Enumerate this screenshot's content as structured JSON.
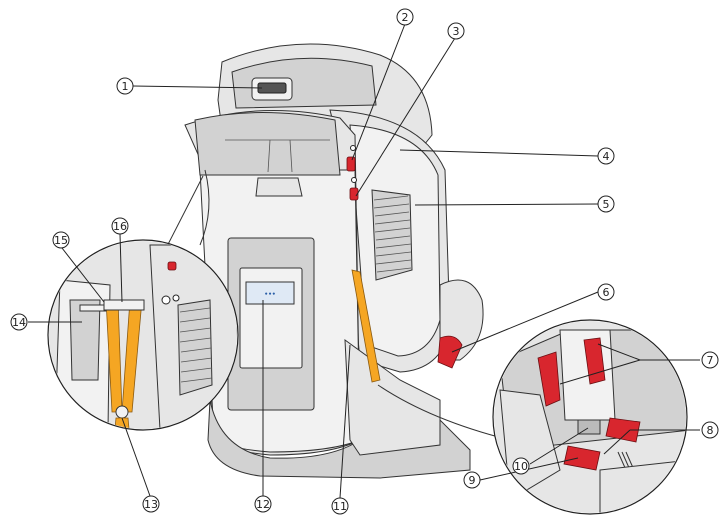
{
  "diagram": {
    "callouts": [
      {
        "id": "callout-1",
        "label": "1"
      },
      {
        "id": "callout-2",
        "label": "2"
      },
      {
        "id": "callout-3",
        "label": "3"
      },
      {
        "id": "callout-4",
        "label": "4"
      },
      {
        "id": "callout-5",
        "label": "5"
      },
      {
        "id": "callout-6",
        "label": "6"
      },
      {
        "id": "callout-7",
        "label": "7"
      },
      {
        "id": "callout-8",
        "label": "8"
      },
      {
        "id": "callout-9",
        "label": "9"
      },
      {
        "id": "callout-10",
        "label": "10"
      },
      {
        "id": "callout-11",
        "label": "11"
      },
      {
        "id": "callout-12",
        "label": "12"
      },
      {
        "id": "callout-13",
        "label": "13"
      },
      {
        "id": "callout-14",
        "label": "14"
      },
      {
        "id": "callout-15",
        "label": "15"
      },
      {
        "id": "callout-16",
        "label": "16"
      }
    ],
    "colors": {
      "strap": "#f5a623",
      "lock": "#d8262e",
      "shell": "#e6e6e6",
      "line": "#333333"
    }
  }
}
